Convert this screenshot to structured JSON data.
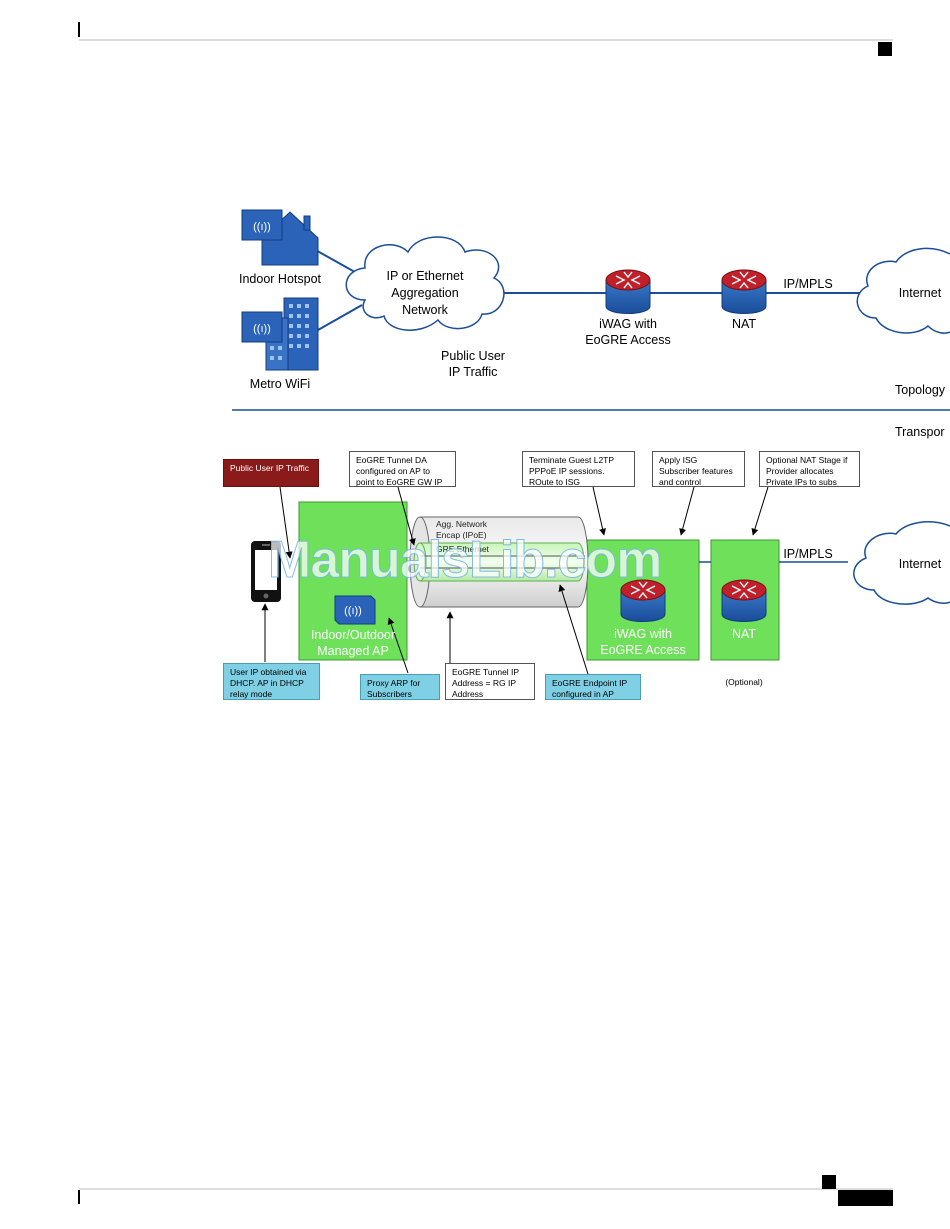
{
  "topology": {
    "indoor_hotspot": "Indoor Hotspot",
    "metro_wifi": "Metro WiFi",
    "aggregation_cloud": [
      "IP or Ethernet",
      "Aggregation",
      "Network"
    ],
    "public_user": [
      "Public User",
      "IP Traffic"
    ],
    "iwag": [
      "iWAG with",
      "EoGRE Access"
    ],
    "nat": "NAT",
    "ipmpls": "IP/MPLS",
    "internet": "Internet",
    "section_topology": "Topology",
    "section_transport": "Transpor"
  },
  "transport": {
    "public_user_ip": "Public User IP Traffic",
    "eogre_tunnel_da": "EoGRE Tunnel DA configured on AP to point to EoGRE GW IP",
    "terminate_guest": "Terminate Guest L2TP PPPoE IP sessions. ROute to ISG",
    "apply_isg": "Apply ISG Subscriber features and control",
    "optional_nat": "Optional NAT Stage if Provider allocates Private IPs to subs",
    "agg_encap": [
      "Agg. Network",
      "Encap (IPoE)"
    ],
    "gre_ethernet": "GRE Ethernet",
    "managed_ap": [
      "Indoor/Outdoor",
      "Managed AP"
    ],
    "iwag": [
      "iWAG with",
      "EoGRE Access"
    ],
    "nat": "NAT",
    "ipmpls": "IP/MPLS",
    "internet": "Internet",
    "optional": "(Optional)",
    "user_ip_obtained": "User IP obtained via DHCP. AP in DHCP relay mode",
    "proxy_arp": "Proxy ARP for Subscribers",
    "eogre_tunnel_ip": "EoGRE Tunnel IP Address = RG IP Address",
    "eogre_endpoint": "EoGRE Endpoint IP configured in AP"
  },
  "watermark": "ManualsLib.com"
}
